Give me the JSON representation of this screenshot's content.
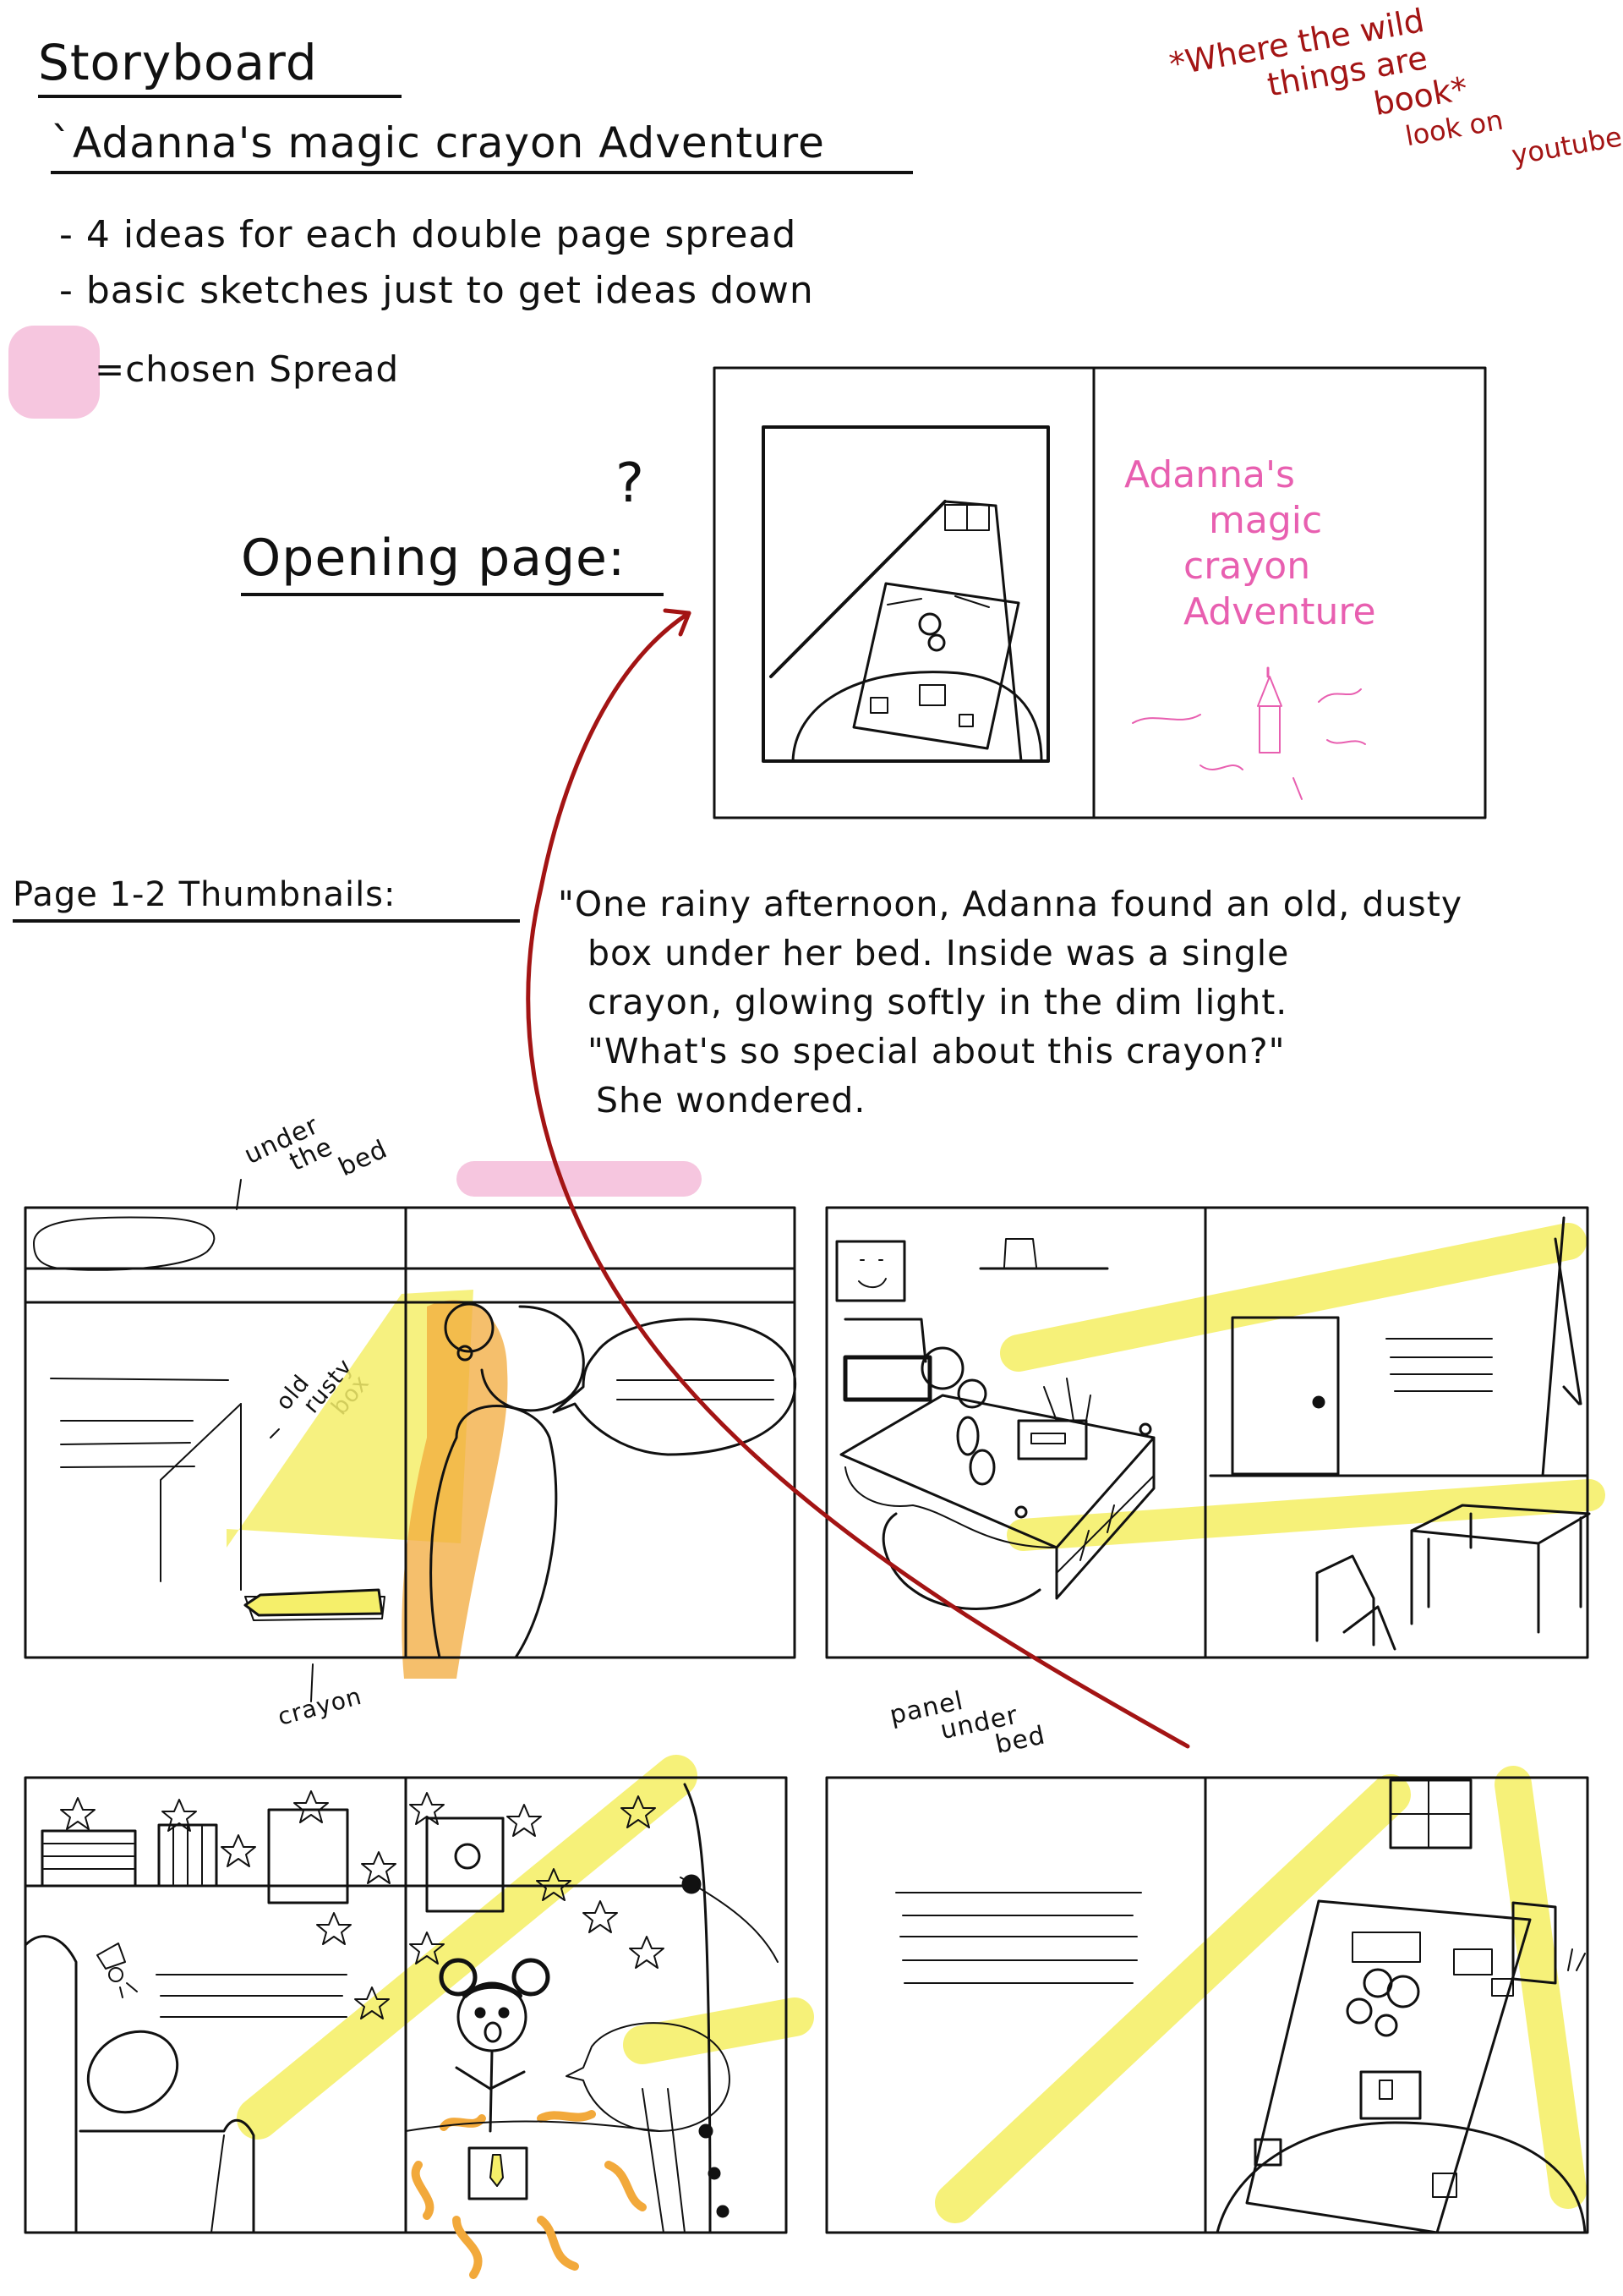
{
  "header": {
    "title": "Storyboard",
    "subtitle": "`Adanna's magic crayon Adventure",
    "notes": [
      "- 4 ideas for each double page spread",
      "- basic sketches just to get ideas down"
    ],
    "legend_label": "=chosen Spread"
  },
  "reference_note": [
    "*Where the wild",
    "things are",
    "book*",
    "look on",
    "youtube"
  ],
  "opening": {
    "label": "Opening page:",
    "question_mark": "?",
    "cover_title_lines": [
      "Adanna's",
      "magic",
      "crayon",
      "Adventure"
    ]
  },
  "thumbnails": {
    "label": "Page 1-2 Thumbnails:",
    "story_lines": [
      "\"One rainy afternoon, Adanna found an old, dusty",
      "box under her bed. Inside was a single",
      "crayon, glowing softly in the dim light.",
      "\"What's so special about this crayon?\"",
      "She wondered."
    ]
  },
  "annotations": {
    "under_the_bed": [
      "under",
      "the",
      "bed"
    ],
    "old_rusty_box": [
      "old",
      "rusty",
      "box"
    ],
    "crayon": "crayon",
    "panel_under_bed": [
      "panel",
      "under",
      "bed"
    ]
  },
  "colors": {
    "ink": "#111111",
    "red_annotation": "#a31414",
    "pink_highlight": "#f6c6df",
    "pink_text": "#e85fb0",
    "yellow_highlight": "#f5ef6a",
    "orange_highlight": "#f2a93b"
  }
}
